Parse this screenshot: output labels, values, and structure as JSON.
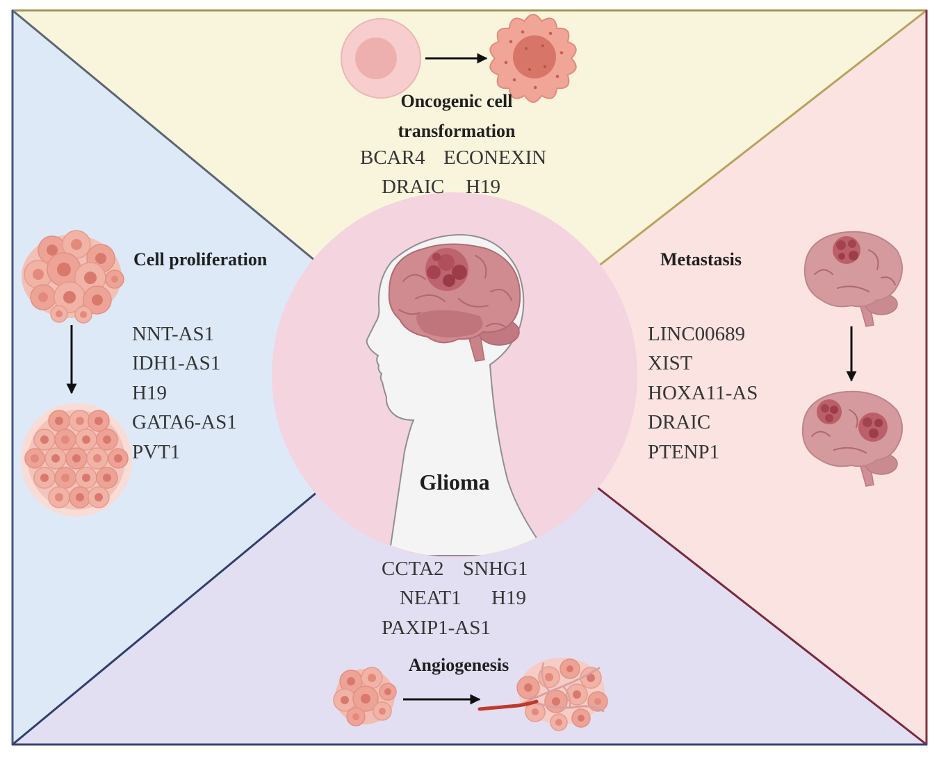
{
  "center": {
    "label": "Glioma"
  },
  "oncogenic": {
    "title_lines": [
      "Oncogenic cell",
      "transformation"
    ],
    "genes": [
      "BCAR4",
      "ECONEXIN",
      "DRAIC",
      "H19"
    ]
  },
  "proliferation": {
    "title": "Cell proliferation",
    "genes": [
      "NNT-AS1",
      "IDH1-AS1",
      "H19",
      "GATA6-AS1",
      "PVT1"
    ]
  },
  "metastasis": {
    "title": "Metastasis",
    "genes": [
      "LINC00689",
      "XIST",
      "HOXA11-AS",
      "DRAIC",
      "PTENP1"
    ]
  },
  "angiogenesis": {
    "title": "Angiogenesis",
    "genes": [
      "CCTA2",
      "SNHG1",
      "NEAT1",
      "H19",
      "PAXIP1-AS1"
    ]
  },
  "colors": {
    "panel_oncogenic": "#f8f5dc",
    "panel_proliferation": "#dde9f7",
    "panel_metastasis": "#fae3e1",
    "panel_angiogenesis": "#e3dff2",
    "center_circle": "#f3d4df",
    "edge_top": "#a69558",
    "edge_left": "#3e5585",
    "edge_right": "#7e3344",
    "edge_bottom": "#3c3f70",
    "head": "#f4f4f4",
    "brain": "#cf8b90",
    "tumor": "#b14f5c",
    "vessel": "#c0392b"
  },
  "icons": {
    "normal_cell": "normal-cell-icon",
    "cancer_cell": "cancer-cell-icon",
    "cell_cluster": "cell-cluster-icon",
    "brain_tumor": "brain-tumor-icon",
    "head_profile": "head-profile-icon",
    "blood_vessel": "blood-vessel-icon",
    "arrow_right": "arrow-right-icon",
    "arrow_down": "arrow-down-icon"
  }
}
